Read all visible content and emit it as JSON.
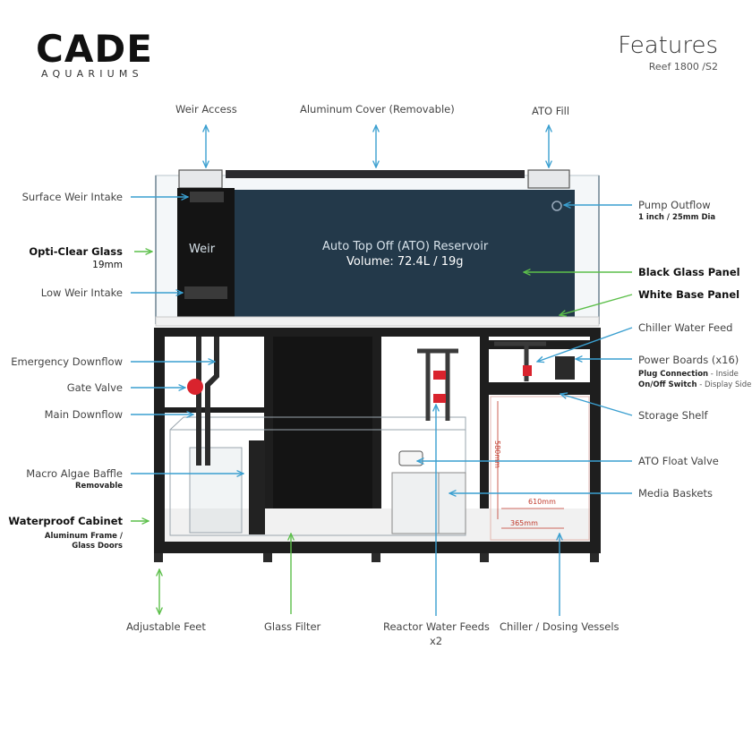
{
  "brand": {
    "logo_text": "CADE",
    "logo_sub": "AQUARIUMS"
  },
  "header": {
    "title": "Features",
    "model": "Reef 1800 /S2"
  },
  "tank": {
    "weir_label": "Weir",
    "reservoir_title": "Auto Top Off (ATO) Reservoir",
    "reservoir_volume": "Volume: 72.4L / 19g"
  },
  "dimensions": {
    "height": "580mm",
    "depth": "610mm",
    "width": "365mm"
  },
  "callouts": {
    "weir_access": "Weir Access",
    "aluminum_cover": "Aluminum Cover (Removable)",
    "ato_fill": "ATO Fill",
    "surface_weir_intake": "Surface Weir Intake",
    "opti_clear_glass": "Opti-Clear Glass",
    "opti_clear_glass_sub": "19mm",
    "low_weir_intake": "Low Weir Intake",
    "emergency_downflow": "Emergency Downflow",
    "gate_valve": "Gate Valve",
    "main_downflow": "Main Downflow",
    "macro_algae_baffle": "Macro Algae Baffle",
    "macro_algae_baffle_sub": "Removable",
    "waterproof_cabinet": "Waterproof Cabinet",
    "waterproof_cabinet_sub1": "Aluminum Frame /",
    "waterproof_cabinet_sub2": "Glass Doors",
    "pump_outflow": "Pump Outflow",
    "pump_outflow_sub": "1 inch / 25mm Dia",
    "black_glass_panel": "Black Glass Panel",
    "white_base_panel": "White Base Panel",
    "chiller_water_feed": "Chiller Water Feed",
    "power_boards": "Power Boards (x16)",
    "plug_connection": "Plug Connection",
    "plug_connection_detail": " - Inside",
    "onoff_switch": "On/Off Switch",
    "onoff_switch_detail": " - Display Side",
    "storage_shelf": "Storage Shelf",
    "ato_float_valve": "ATO Float Valve",
    "media_baskets": "Media Baskets",
    "adjustable_feet": "Adjustable Feet",
    "glass_filter": "Glass Filter",
    "reactor_water_feeds": "Reactor Water Feeds",
    "reactor_water_feeds_sub": "x2",
    "chiller_dosing_vessels": "Chiller / Dosing Vessels"
  },
  "colors": {
    "blue_arrow": "#3a9fd0",
    "green_arrow": "#5cbf4a",
    "reservoir": "#23394a",
    "frame": "#1e1e1e",
    "valve": "#d9232d"
  }
}
